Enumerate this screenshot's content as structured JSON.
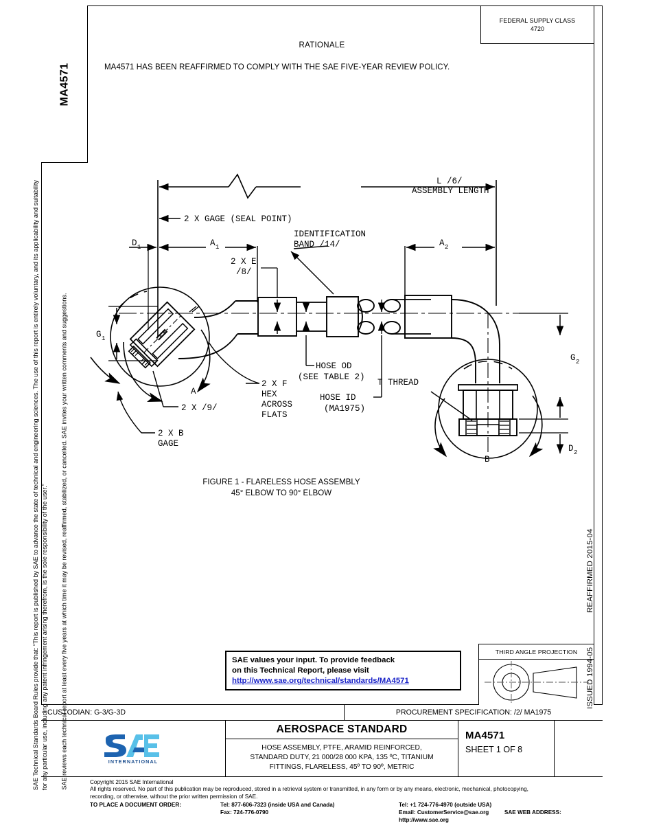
{
  "document": {
    "tab_label": "MA4571",
    "federal_supply_class": {
      "title": "FEDERAL SUPPLY CLASS",
      "value": "4720"
    },
    "rationale": {
      "title": "RATIONALE",
      "body": "MA4571 HAS BEEN REAFFIRMED TO COMPLY WITH THE SAE FIVE-YEAR REVIEW POLICY."
    },
    "legal": {
      "paragraph1": "SAE Technical Standards Board Rules provide that: “This report is published by SAE to advance the state of technical and engineering sciences. The use of this report is entirely voluntary, and its applicability and suitability for any particular use, including any patent infringement arising therefrom, is the sole responsibility of the user.”",
      "paragraph2": "SAE reviews each technical report at least every five years at which time it may be revised, reaffirmed, stabilized, or cancelled. SAE invites your written comments and suggestions."
    },
    "dates": {
      "issued": "ISSUED 1994-05",
      "reaffirmed": "REAFFIRMED 2015-04"
    }
  },
  "figure": {
    "caption_line1": "FIGURE 1 - FLARELESS HOSE ASSEMBLY",
    "caption_line2": "45° ELBOW TO 90° ELBOW",
    "labels": {
      "assembly_length_1": "L /6/",
      "assembly_length_2": "ASSEMBLY LENGTH",
      "gage_seal_point": "2 X GAGE (SEAL POINT)",
      "d1": "D",
      "d1_sub": "1",
      "a1": "A",
      "a1_sub": "1",
      "a2": "A",
      "a2_sub": "2",
      "two_x_e": "2 X E",
      "two_x_e_note": "/8/",
      "identification_band_1": "IDENTIFICATION",
      "identification_band_2": "BAND /14/",
      "g1": "G",
      "g1_sub": "1",
      "g2": "G",
      "g2_sub": "2",
      "d2": "D",
      "d2_sub": "2",
      "hose_od_1": "HOSE OD",
      "hose_od_2": "(SEE TABLE 2)",
      "hose_id_1": "HOSE ID",
      "hose_id_2": "(MA1975)",
      "t_thread": "T THREAD",
      "hex_across_flats_1": "2 X F",
      "hex_across_flats_2": "HEX",
      "hex_across_flats_3": "ACROSS",
      "hex_across_flats_4": "FLATS",
      "view_a": "A",
      "view_b": "B",
      "two_x_9": "2 X /9/",
      "two_x_b_1": "2 X B",
      "two_x_b_2": "GAGE"
    }
  },
  "feedback": {
    "line1": "SAE values your input. To provide feedback",
    "line2": "on this Technical Report, please visit",
    "link": "http://www.sae.org/technical/standards/MA4571"
  },
  "third_angle": {
    "title": "THIRD ANGLE PROJECTION"
  },
  "title_block": {
    "custodian": "CUSTODIAN: G-3/G-3D",
    "procurement": "PROCUREMENT SPECIFICATION: /2/ MA1975",
    "logo_text": "INTERNATIONAL",
    "standard_type": "AEROSPACE STANDARD",
    "description_line1": "HOSE ASSEMBLY, PTFE, ARAMID REINFORCED,",
    "description_line2": "STANDARD DUTY, 21 000/28 000 KPA, 135 ºC, TITANIUM",
    "description_line3": "FITTINGS, FLARELESS, 45º TO 90º, METRIC",
    "doc_number": "MA4571",
    "sheet": "SHEET 1 OF 8"
  },
  "footer": {
    "copyright": "Copyright 2015 SAE International",
    "rights_line1": "All rights reserved. No part of this publication may be reproduced, stored in a retrieval system or transmitted, in any form or by any means, electronic, mechanical, photocopying,",
    "rights_line2": "recording, or otherwise, without the prior written permission of SAE.",
    "order_label": "TO PLACE A DOCUMENT ORDER:",
    "tel_usa": "Tel: 877-606-7323 (inside USA and Canada)",
    "fax": "Fax: 724-776-0790",
    "tel_intl": "Tel: +1 724-776-4970 (outside USA)",
    "email": "Email: CustomerService@sae.org",
    "web": "SAE WEB ADDRESS: http://www.sae.org"
  },
  "colors": {
    "link": "#1a23c8",
    "logo_dark_blue": "#1d63b0",
    "logo_light_blue": "#58c0e8",
    "logo_text": "#1d4f8f"
  }
}
